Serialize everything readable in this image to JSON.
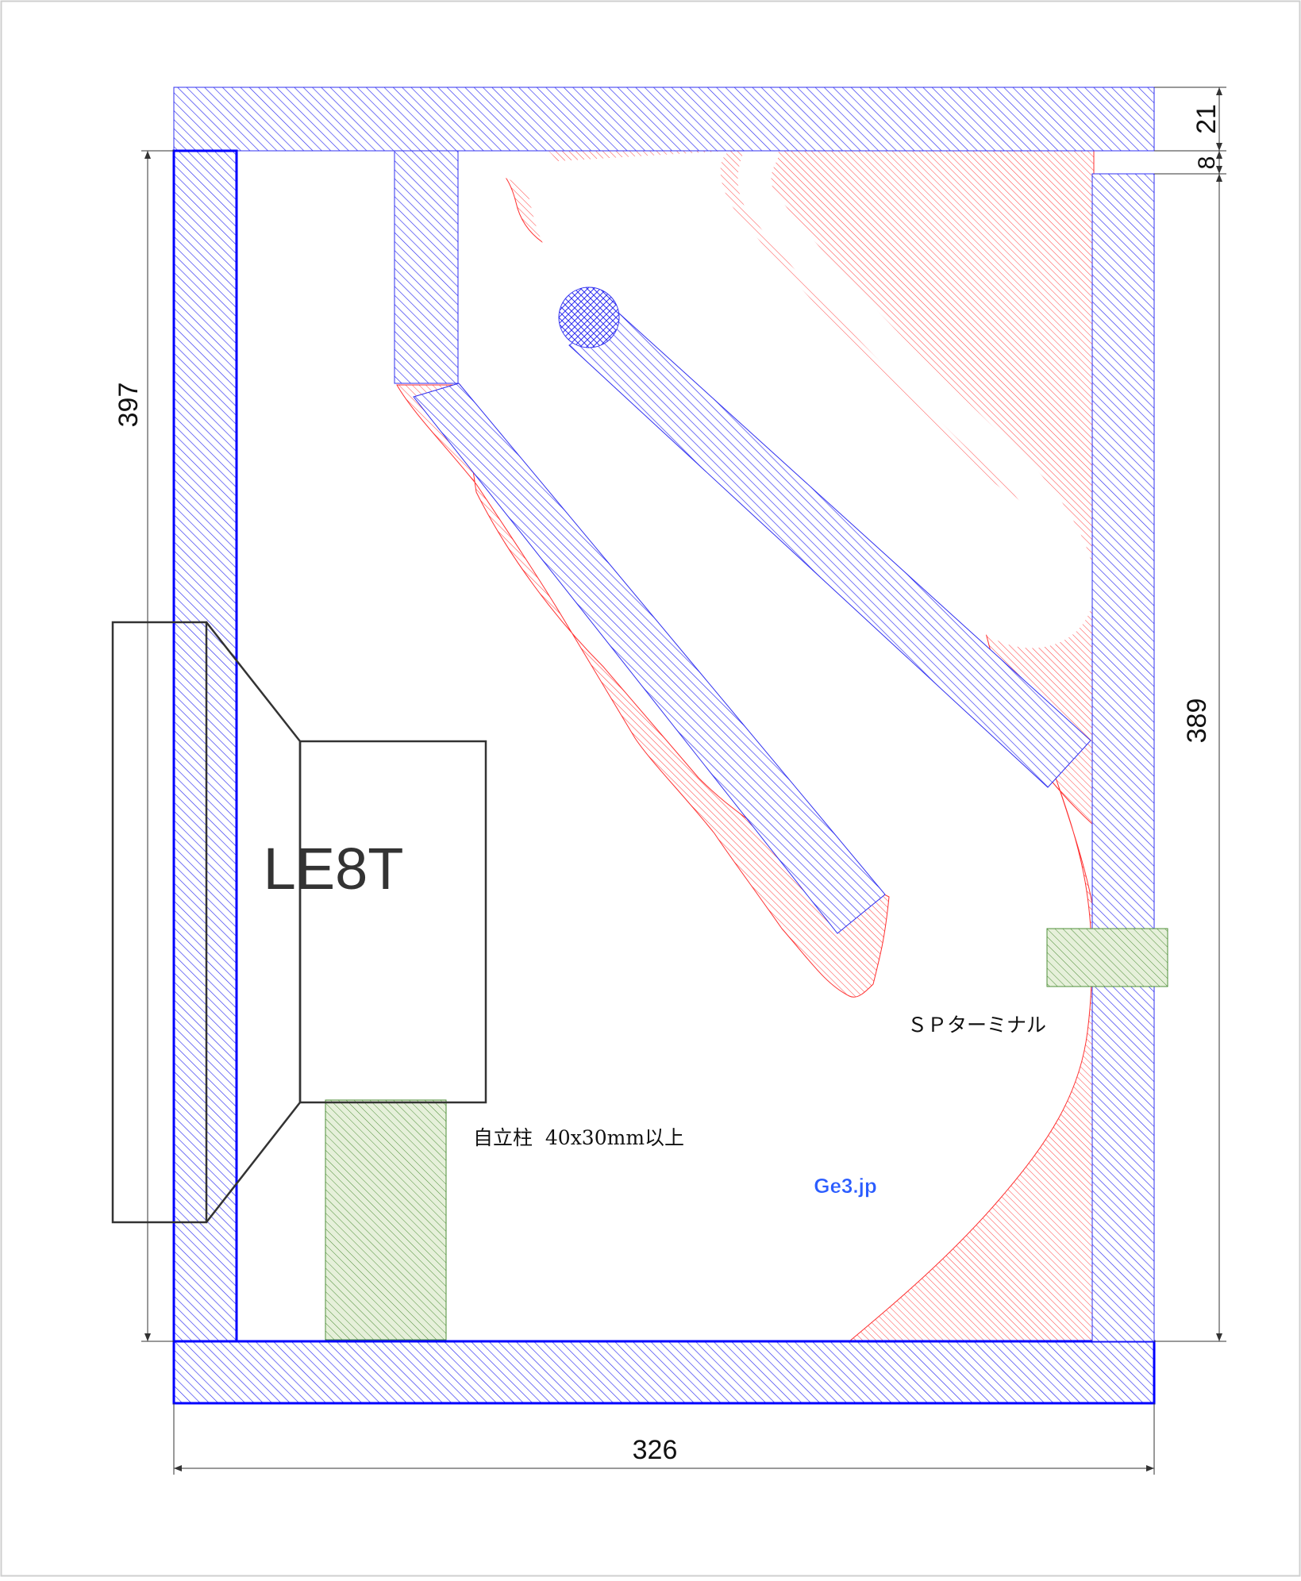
{
  "diagram": {
    "speaker_label": "LE8T",
    "terminal_label": "ＳＰターミナル",
    "pillar_label": "自立柱  40x30mm以上",
    "watermark": "Ge3.jp",
    "dimensions": {
      "top_board_thickness": "21",
      "gap": "8",
      "left_height": "397",
      "right_height": "389",
      "width": "326"
    },
    "colors": {
      "wall_hatch": "#2a2af0",
      "wall_outline": "#0000ff",
      "absorbent_hatch": "#ff3a3a",
      "pillar_hatch": "#4f8f3a",
      "pillar_fill": "#e4efd8",
      "driver_outline": "#333333",
      "watermark": "#2a5cff"
    }
  }
}
